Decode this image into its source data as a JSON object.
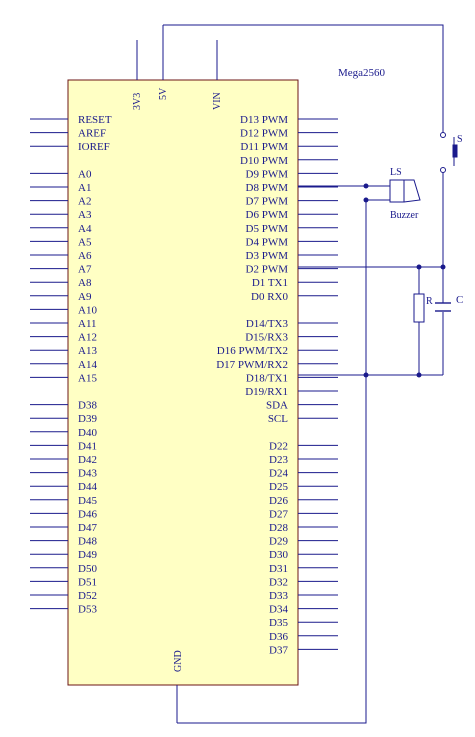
{
  "board": {
    "title": "Mega2560",
    "top_pins": [
      "3V3",
      "5V",
      "VIN"
    ],
    "bottom_pin": "GND",
    "left_pins": [
      "RESET",
      "AREF",
      "IOREF",
      "",
      "A0",
      "A1",
      "A2",
      "A3",
      "A4",
      "A5",
      "A6",
      "A7",
      "A8",
      "A9",
      "A10",
      "A11",
      "A12",
      "A13",
      "A14",
      "A15",
      "",
      "D38",
      "D39",
      "D40",
      "D41",
      "D42",
      "D43",
      "D44",
      "D45",
      "D46",
      "D47",
      "D48",
      "D49",
      "D50",
      "D51",
      "D52",
      "D53"
    ],
    "right_pins": [
      "D13 PWM",
      "D12 PWM",
      "D11 PWM",
      "D10 PWM",
      "D9 PWM",
      "D8 PWM",
      "D7 PWM",
      "D6 PWM",
      "D5 PWM",
      "D4 PWM",
      "D3 PWM",
      "D2 PWM",
      "D1 TX1",
      "D0 RX0",
      "",
      "D14/TX3",
      "D15/RX3",
      "D16 PWM/TX2",
      "D17 PWM/RX2",
      "D18/TX1",
      "D19/RX1",
      "SDA",
      "SCL",
      "",
      "D22",
      "D23",
      "D24",
      "D25",
      "D26",
      "D27",
      "D28",
      "D29",
      "D30",
      "D31",
      "D32",
      "D33",
      "D34",
      "D35",
      "D36",
      "D37"
    ]
  },
  "components": {
    "switch_label": "S",
    "buzzer_ref": "LS",
    "buzzer_name": "Buzzer",
    "resistor_label": "R",
    "capacitor_label": "C"
  },
  "colors": {
    "board_fill": "#ffffc4",
    "board_stroke": "#6b1414",
    "wire": "#1a1a8c",
    "text": "#1a1a8c"
  }
}
